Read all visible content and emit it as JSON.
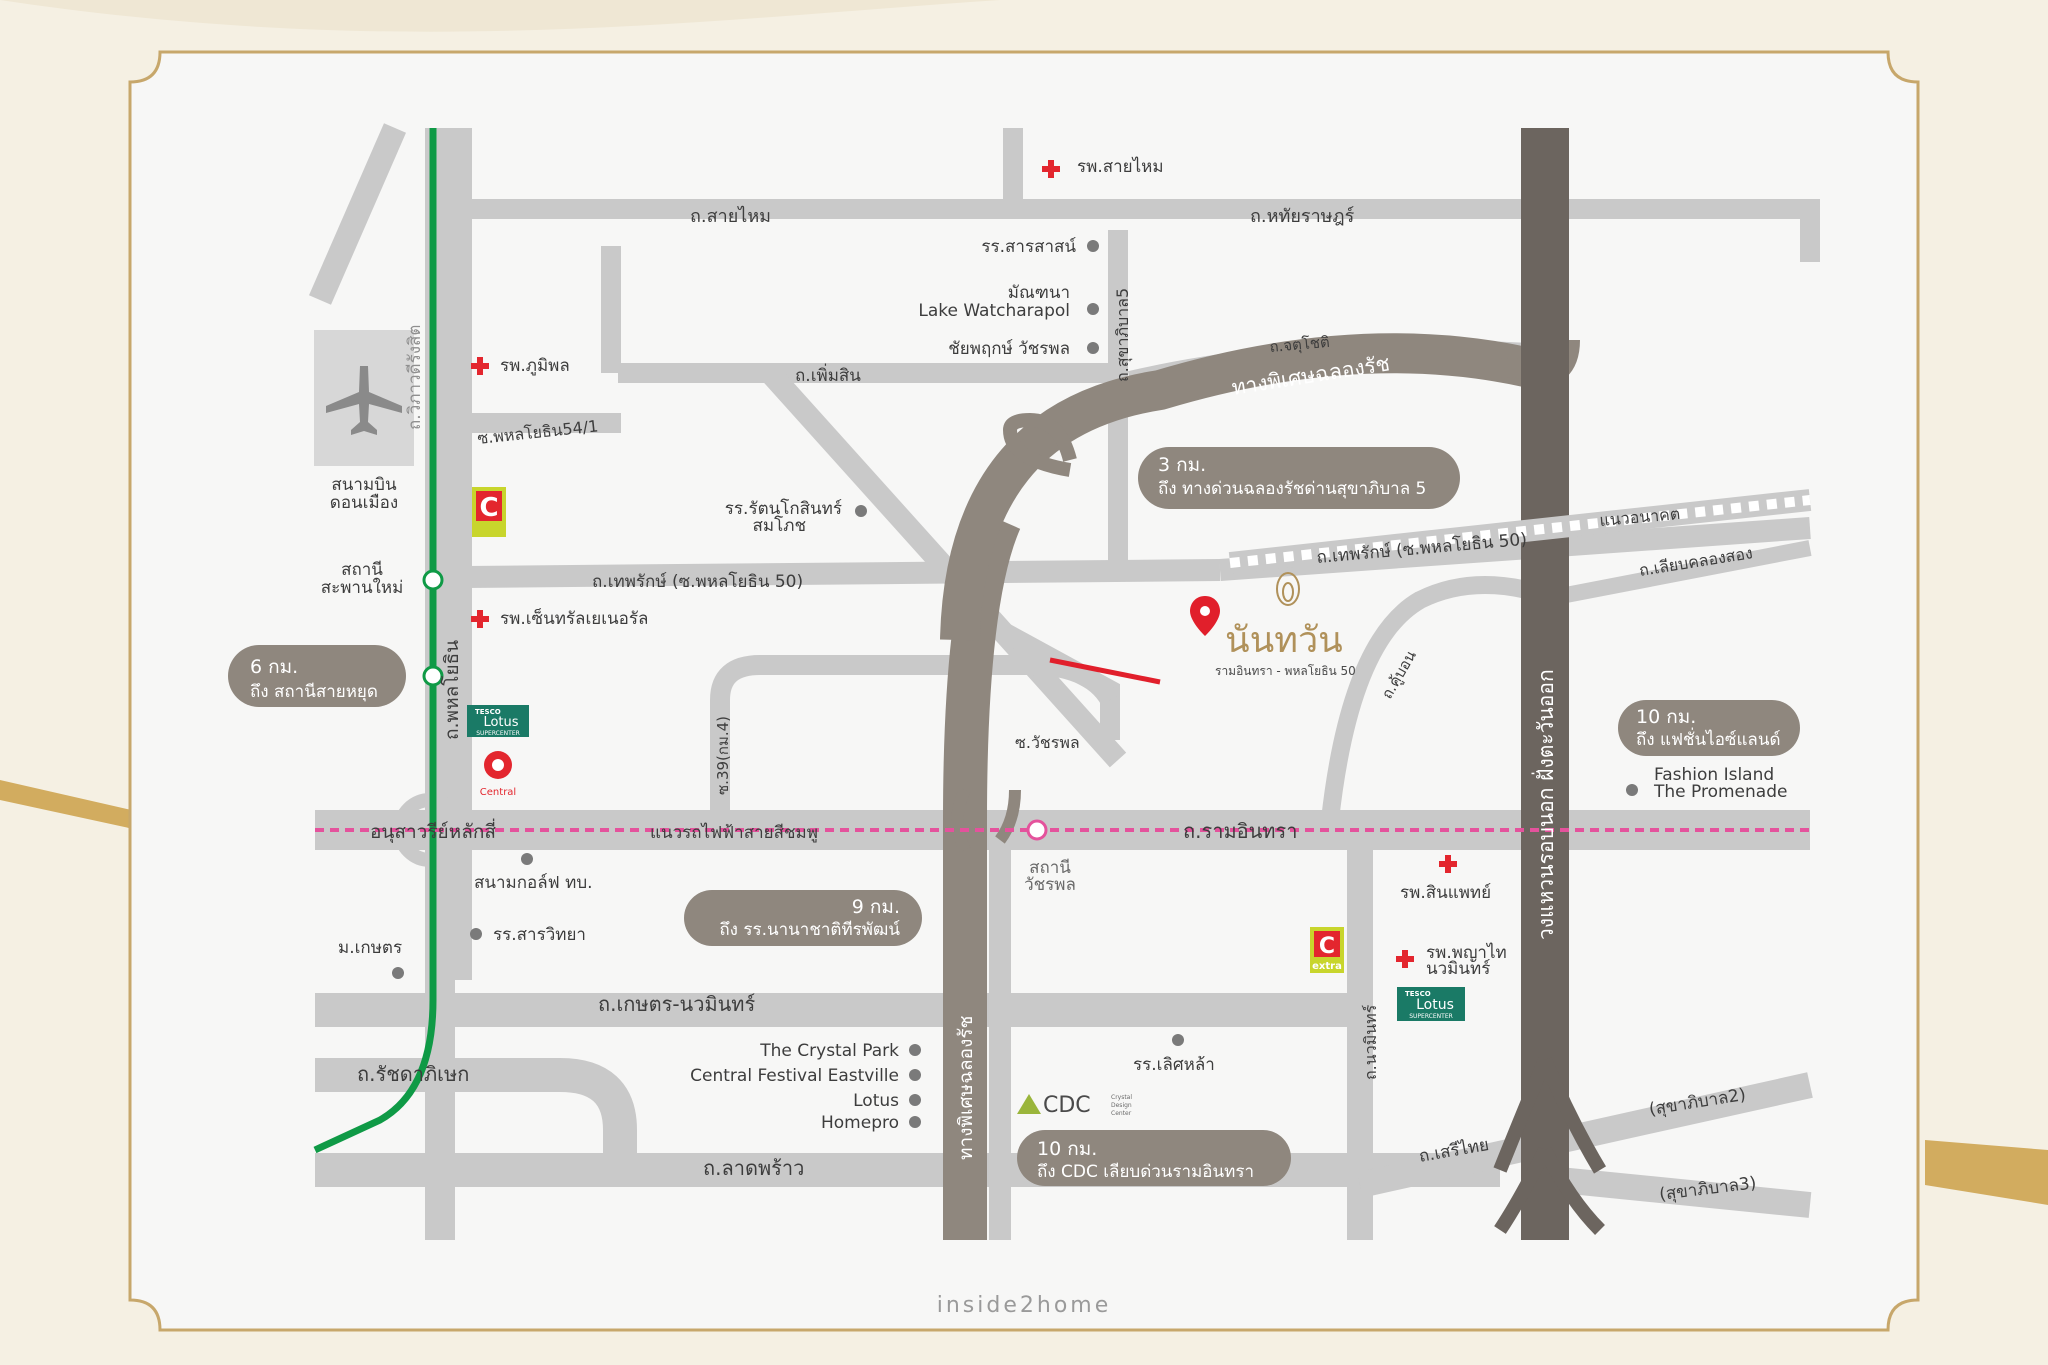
{
  "colors": {
    "road": "#c9c9c9",
    "expressway": "#8f877e",
    "ring_road": "#6c655f",
    "bts_green": "#0f9a46",
    "pink_line": "#e4529c",
    "text": "#3d3d3d",
    "project_gold": "#b0915a",
    "frame_gold": "#c7a76b",
    "hospital_red": "#e3262e",
    "marker_red": "#e11f2b"
  },
  "roads": {
    "sai_mai": "ถ.สายไหม",
    "hathai_rat": "ถ.หทัยราษฎร์",
    "phoem_sin": "ถ.เพิ่มสิน",
    "soi_phahon_54_1": "ซ.พหลโยธิน54/1",
    "thep_rak": "ถ.เทพรักษ์ (ซ.พหลโยธิน 50)",
    "thep_rak_east": "ถ.เทพรักษ์ (ซ.พหลโยธิน 50)",
    "liap_khlong_song": "ถ.เลียบคลองสอง",
    "phahon_yothin": "ถ.พหลโยธิน",
    "vibhavadi": "ถ.วิภาวดีรังสิต",
    "sukhaphiban5": "ถ.สุขาภิบาล5",
    "chatuchot": "ถ.จตุโชติ",
    "khu_bon": "ถ.คู้บอน",
    "soi_watcharaphon": "ซ.วัชรพล",
    "soi_39": "ซ.39(กม.4)",
    "ram_inthra": "ถ.รามอินทรา",
    "kaset_nawamin": "ถ.เกษตร-นวมินทร์",
    "ratchada": "ถ.รัชดาภิเษก",
    "lat_phrao": "ถ.ลาดพร้าว",
    "nawamin": "ถ.นวมินทร์",
    "seri_thai": "ถ.เสรีไทย",
    "sukhaphiban2": "(สุขาภิบาล2)",
    "sukhaphiban3": "(สุขาภิบาล3)",
    "chalong_rat": "ทางพิเศษฉลองรัช",
    "chalong_rat_vertical": "ทางพิเศษฉลองรัช",
    "outer_ring": "วงแหวนรอบนอก ฝั่งตะวันออก",
    "future_line": "แนวอนาคต",
    "pink_line": "แนวรถไฟฟ้าสายสีชมพู",
    "anusawari": "อนุสาวรีย์หลักสี่"
  },
  "places": {
    "airport_line1": "สนามบิน",
    "airport_line2": "ดอนเมือง",
    "station_saphan_mai_1": "สถานี",
    "station_saphan_mai_2": "สะพานใหม่",
    "station_watcharaphon_1": "สถานี",
    "station_watcharaphon_2": "วัชรพล",
    "hosp_sai_mai": "รพ.สายไหม",
    "hosp_bhumibol": "รพ.ภูมิพล",
    "hosp_central_general": "รพ.เซ็นทรัลเยเนอรัล",
    "hosp_sinphaet": "รพ.สินแพทย์",
    "hosp_phyathai_1": "รพ.พญาไท",
    "hosp_phyathai_2": "นวมินทร์",
    "school_sarasas": "รร.สารสาสน์",
    "lake_1": "มัณฑนา",
    "lake_2": "Lake Watcharapol",
    "chaiyaphruek": "ชัยพฤกษ์ วัชรพล",
    "school_rattana_1": "รร.รัตนโกสินทร์",
    "school_rattana_2": "สมโภช",
    "golf": "สนามกอล์ฟ ทบ.",
    "school_sarawittaya": "รร.สารวิทยา",
    "ku": "ม.เกษตร",
    "crystal_park": "The Crystal Park",
    "central_festival": "Central Festival Eastville",
    "lotus": "Lotus",
    "homepro": "Homepro",
    "school_lertlah": "รร.เลิศหล้า",
    "fashion_1": "Fashion Island",
    "fashion_2": "The Promenade"
  },
  "logos": {
    "lotus_tesco": "TESCO",
    "lotus_name": "Lotus",
    "lotus_sub": "SUPERCENTER",
    "central": "Central",
    "cdc": "CDC",
    "cdc_sub_1": "Crystal",
    "cdc_sub_2": "Design",
    "cdc_sub_3": "Center",
    "bigc_extra": "extra"
  },
  "callouts": {
    "c1_dist": "6 กม.",
    "c1_text": "ถึง สถานีสายหยุด",
    "c2_dist": "3 กม.",
    "c2_text": "ถึง ทางด่วนฉลองรัชด่านสุขาภิบาล 5",
    "c3_dist": "10 กม.",
    "c3_text": "ถึง แฟชั่นไอซ์แลนด์",
    "c4_dist": "9 กม.",
    "c4_text": "ถึง รร.นานาชาติทีรพัฒน์",
    "c5_dist": "10 กม.",
    "c5_text": "ถึง CDC เลียบด่วนรามอินทรา"
  },
  "project": {
    "name": "นันทวัน",
    "subtitle": "รามอินทรา - พหลโยธิน 50"
  },
  "watermark": "inside2home"
}
